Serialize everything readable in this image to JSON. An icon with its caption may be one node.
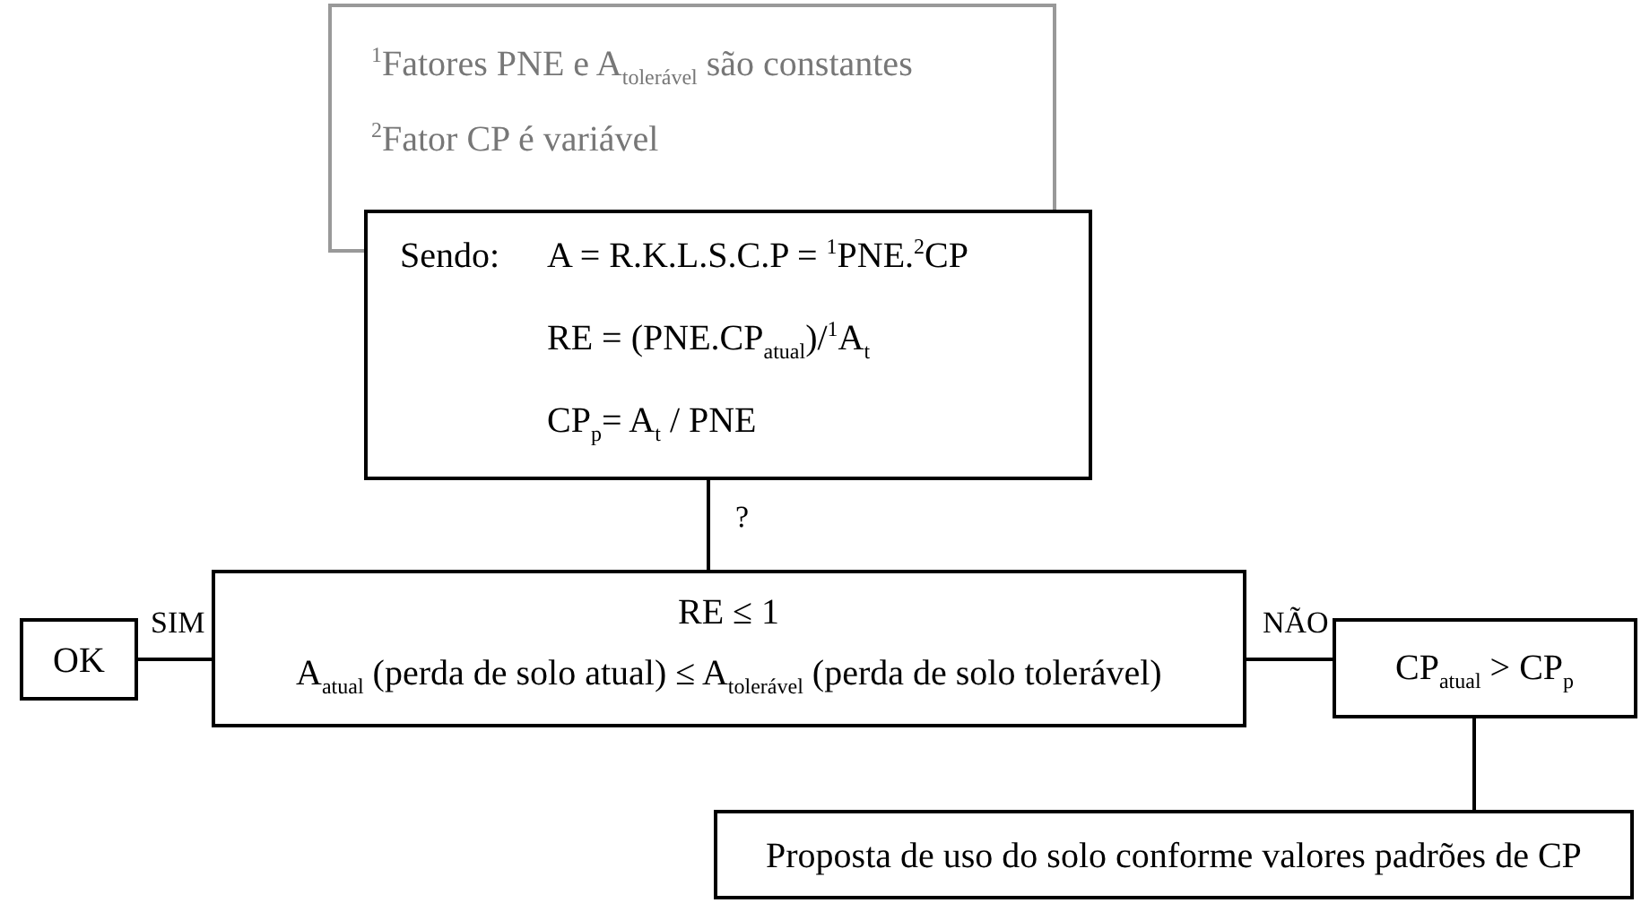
{
  "diagram": {
    "nodes": [
      {
        "text": [
          "$^{1}$Fatores PNE e A$_{tolerável}$ são constantes",
          "$^{2}$Fator CP é variável"
        ]
      },
      {
        "text": [
          "Sendo:",
          "A = R.K.L.S.C.P = $^{1}$PNE.$^{2}$CP",
          "RE = (PNE.CP$_{atual}$)/$^{1}$A$_{t}$",
          "CP$_{p}$= A$_{t}$ / PNE"
        ]
      },
      {
        "text": [
          "RE ≤ 1",
          "A$_{atual}$ (perda de solo atual) ≤  A$_{tolerável}$ (perda de solo tolerável)"
        ]
      },
      {
        "text": [
          "OK"
        ]
      },
      {
        "text": [
          "CP$_{atual}$ > CP$_{p}$"
        ]
      },
      {
        "text": [
          "Proposta de uso do solo conforme valores padrões de CP"
        ]
      }
    ],
    "edges": [
      {
        "from": 1,
        "to": 2,
        "arrow": "none",
        "label": "?"
      },
      {
        "from": 2,
        "to": 3,
        "arrow": "none",
        "label": "SIM"
      },
      {
        "from": 2,
        "to": 4,
        "arrow": "none",
        "label": "NÃO"
      },
      {
        "from": 4,
        "to": 5,
        "arrow": "none"
      }
    ]
  }
}
